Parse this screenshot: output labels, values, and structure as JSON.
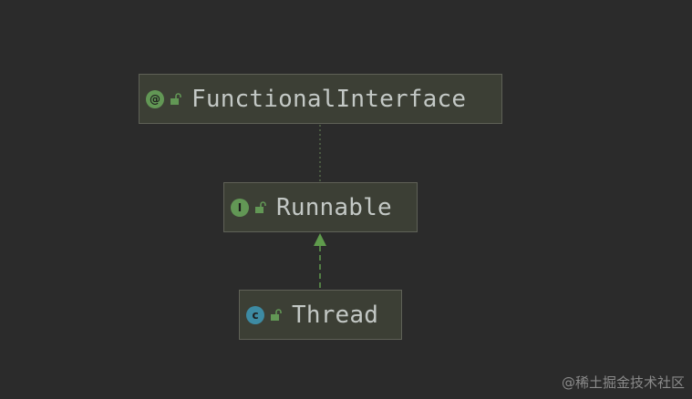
{
  "diagram": {
    "nodes": [
      {
        "id": "functional-interface",
        "kind": "annotation",
        "kind_glyph": "@",
        "kind_color": "#629755",
        "label": "FunctionalInterface",
        "access_icon": "unlocked-icon"
      },
      {
        "id": "runnable",
        "kind": "interface",
        "kind_glyph": "I",
        "kind_color": "#629755",
        "label": "Runnable",
        "access_icon": "unlocked-icon"
      },
      {
        "id": "thread",
        "kind": "class",
        "kind_glyph": "c",
        "kind_color": "#3d8ba3",
        "label": "Thread",
        "access_icon": "unlocked-icon"
      }
    ],
    "edges": [
      {
        "from": "runnable",
        "to": "functional-interface",
        "style": "dotted",
        "color": "#6a8759"
      },
      {
        "from": "thread",
        "to": "runnable",
        "style": "dashed-arrow",
        "color": "#5f9b4c"
      }
    ]
  },
  "colors": {
    "background": "#2b2b2b",
    "node_fill": "#3c3f35",
    "node_border": "#5f6157",
    "text": "#c3c8c5",
    "lock_icon": "#629755"
  },
  "watermark": "@稀土掘金技术社区"
}
